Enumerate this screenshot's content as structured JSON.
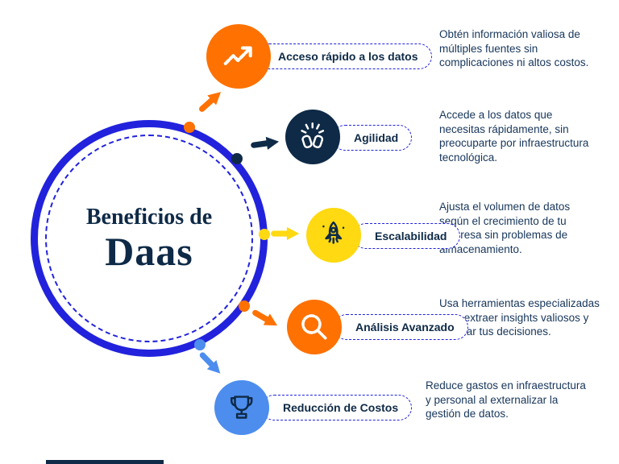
{
  "title": {
    "line1": "Beneficios de",
    "line2": "Daas"
  },
  "items": [
    {
      "id": "acceso-rapido",
      "label": "Acceso rápido a los datos",
      "description": "Obtén información valiosa de múltiples fuentes sin complicaciones ni altos costos.",
      "color": "#FF7100",
      "icon": "trend-up-icon"
    },
    {
      "id": "agilidad",
      "label": "Agilidad",
      "description": "Accede a los datos que necesitas rápidamente, sin preocuparte por infraestructura tecnológica.",
      "color": "#0E2A47",
      "icon": "celebration-hands-icon"
    },
    {
      "id": "escalabilidad",
      "label": "Escalabilidad",
      "description": "Ajusta el volumen de datos según el crecimiento de tu empresa sin problemas de almacenamiento.",
      "color": "#FFD911",
      "icon": "rocket-icon"
    },
    {
      "id": "analisis-avanzado",
      "label": "Análisis Avanzado",
      "description": "Usa herramientas especializadas para extraer insights valiosos y mejorar tus decisiones.",
      "color": "#FF7100",
      "icon": "magnifier-icon"
    },
    {
      "id": "reduccion-costos",
      "label": "Reducción de Costos",
      "description": "Reduce gastos en infraestructura y personal al externalizar la gestión de datos.",
      "color": "#4D8DEE",
      "icon": "trophy-icon"
    }
  ],
  "colors": {
    "ring_blue": "#2222DD",
    "navy": "#0E2A47",
    "orange": "#FF7100",
    "yellow": "#FFD911",
    "light_blue": "#4D8DEE",
    "text": "#17365B"
  }
}
